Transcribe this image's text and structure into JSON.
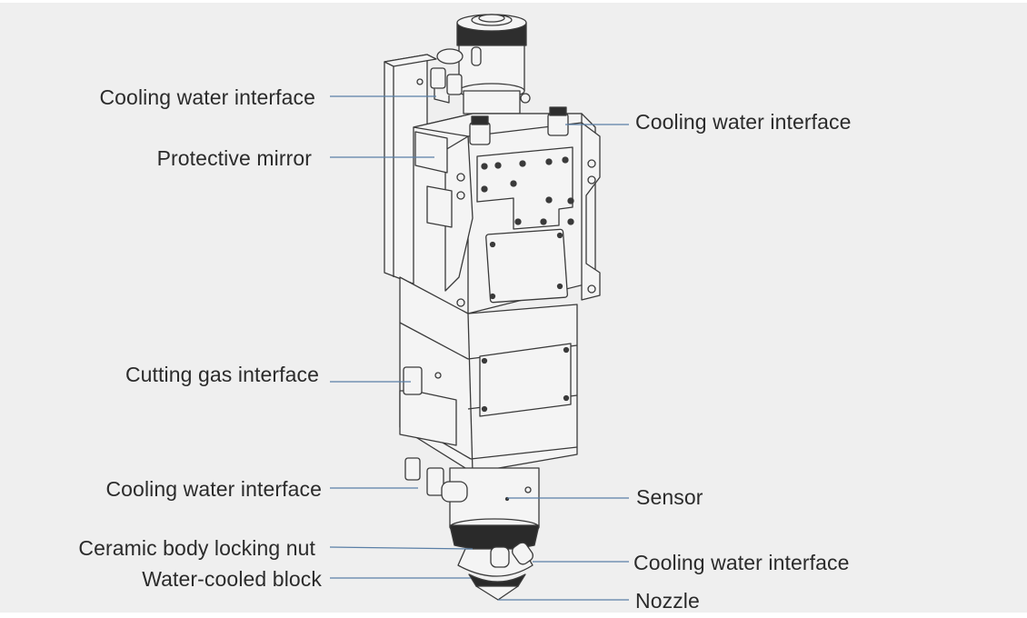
{
  "diagram": {
    "subject": "laser-cutting-head",
    "leader_color": "#5a7fa6",
    "line_color": "#3a3a3a",
    "labels_left": [
      {
        "id": "cooling-water-interface-top-left",
        "text": "Cooling water interface"
      },
      {
        "id": "protective-mirror",
        "text": "Protective mirror"
      },
      {
        "id": "cutting-gas-interface",
        "text": "Cutting gas interface"
      },
      {
        "id": "cooling-water-interface-bottom-left",
        "text": "Cooling water interface"
      },
      {
        "id": "ceramic-body-locking-nut",
        "text": "Ceramic body locking nut"
      },
      {
        "id": "water-cooled-block",
        "text": "Water-cooled block"
      }
    ],
    "labels_right": [
      {
        "id": "cooling-water-interface-top-right",
        "text": "Cooling water interface"
      },
      {
        "id": "sensor",
        "text": "Sensor"
      },
      {
        "id": "cooling-water-interface-bottom-right",
        "text": "Cooling water interface"
      },
      {
        "id": "nozzle",
        "text": "Nozzle"
      }
    ]
  }
}
